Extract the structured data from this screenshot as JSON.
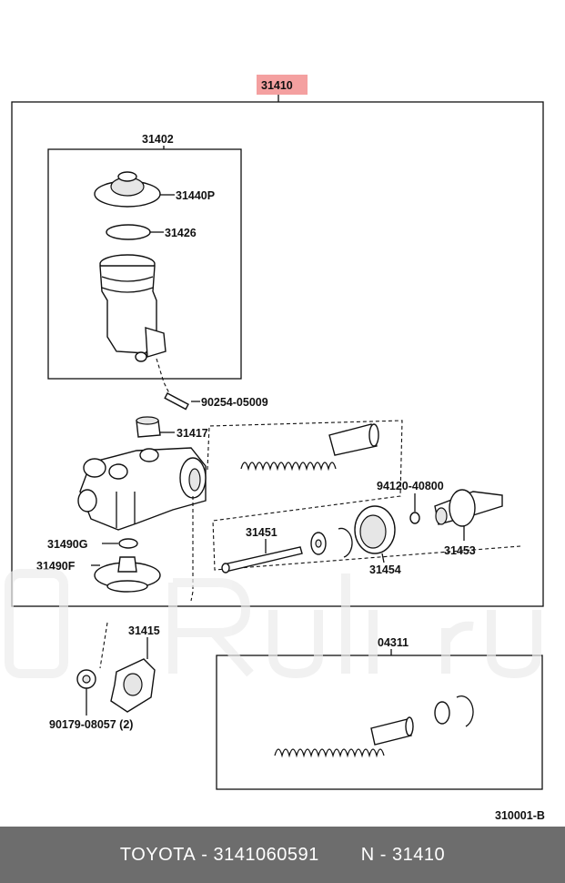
{
  "diagram": {
    "callouts": {
      "assembly": "31410",
      "reservoir_group": "31402",
      "reservoir_cap": "31440P",
      "gasket": "31426",
      "pin": "90254-05009",
      "grommet": "31417",
      "cap_g": "31490G",
      "cap_f": "31490F",
      "push_rod_bolt": "31451",
      "boot": "31454",
      "clevis": "31453",
      "nut": "94120-40800",
      "plate": "31415",
      "kit": "04311",
      "bleeder": "90179-08057 (2)"
    },
    "figure_code": "310001-B"
  },
  "footer": {
    "brand": "TOYOTA",
    "separator1": " - ",
    "part_number": "3141060591",
    "separator2": " - ",
    "ref_prefix": "N",
    "ref_number": "31410"
  },
  "colors": {
    "highlight": "#f4a0a0",
    "footer_bg": "#6d6d6d"
  }
}
